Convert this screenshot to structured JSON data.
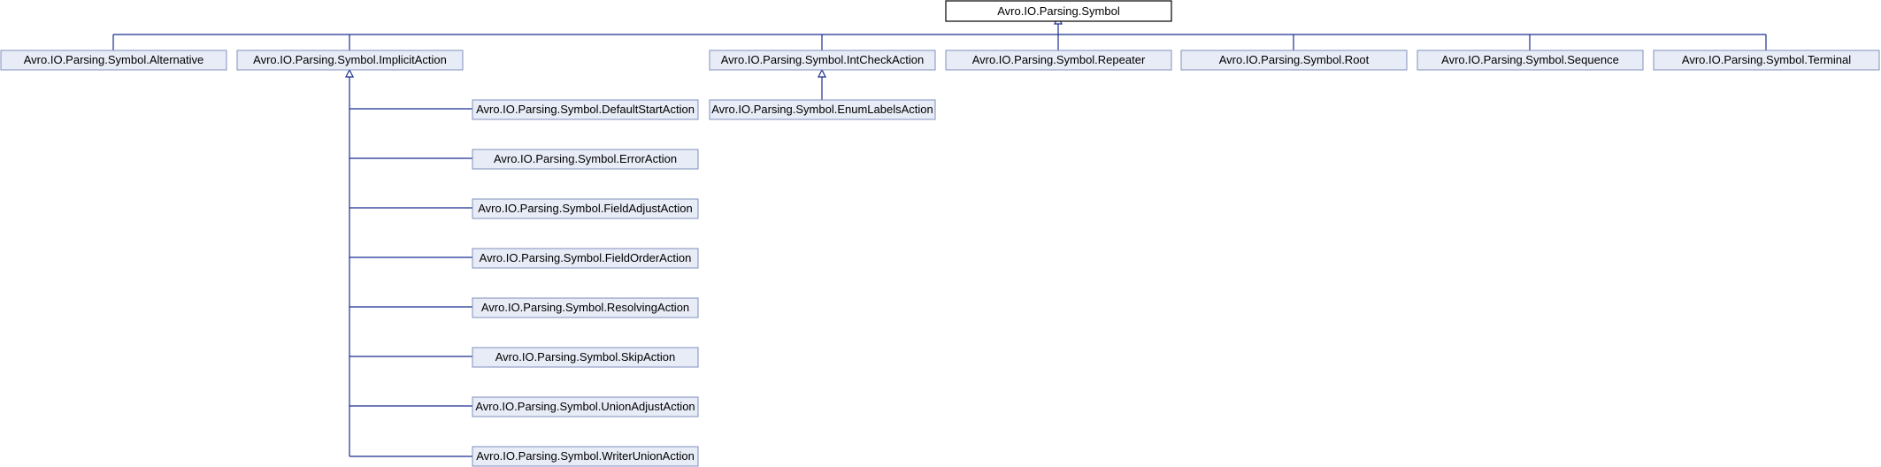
{
  "diagram": {
    "root": "Avro.IO.Parsing.Symbol",
    "children": [
      "Avro.IO.Parsing.Symbol.Alternative",
      "Avro.IO.Parsing.Symbol.ImplicitAction",
      "Avro.IO.Parsing.Symbol.IntCheckAction",
      "Avro.IO.Parsing.Symbol.Repeater",
      "Avro.IO.Parsing.Symbol.Root",
      "Avro.IO.Parsing.Symbol.Sequence",
      "Avro.IO.Parsing.Symbol.Terminal"
    ],
    "implicit_action_children": [
      "Avro.IO.Parsing.Symbol.DefaultStartAction",
      "Avro.IO.Parsing.Symbol.ErrorAction",
      "Avro.IO.Parsing.Symbol.FieldAdjustAction",
      "Avro.IO.Parsing.Symbol.FieldOrderAction",
      "Avro.IO.Parsing.Symbol.ResolvingAction",
      "Avro.IO.Parsing.Symbol.SkipAction",
      "Avro.IO.Parsing.Symbol.UnionAdjustAction",
      "Avro.IO.Parsing.Symbol.WriterUnionAction"
    ],
    "int_check_action_children": [
      "Avro.IO.Parsing.Symbol.EnumLabelsAction"
    ]
  }
}
